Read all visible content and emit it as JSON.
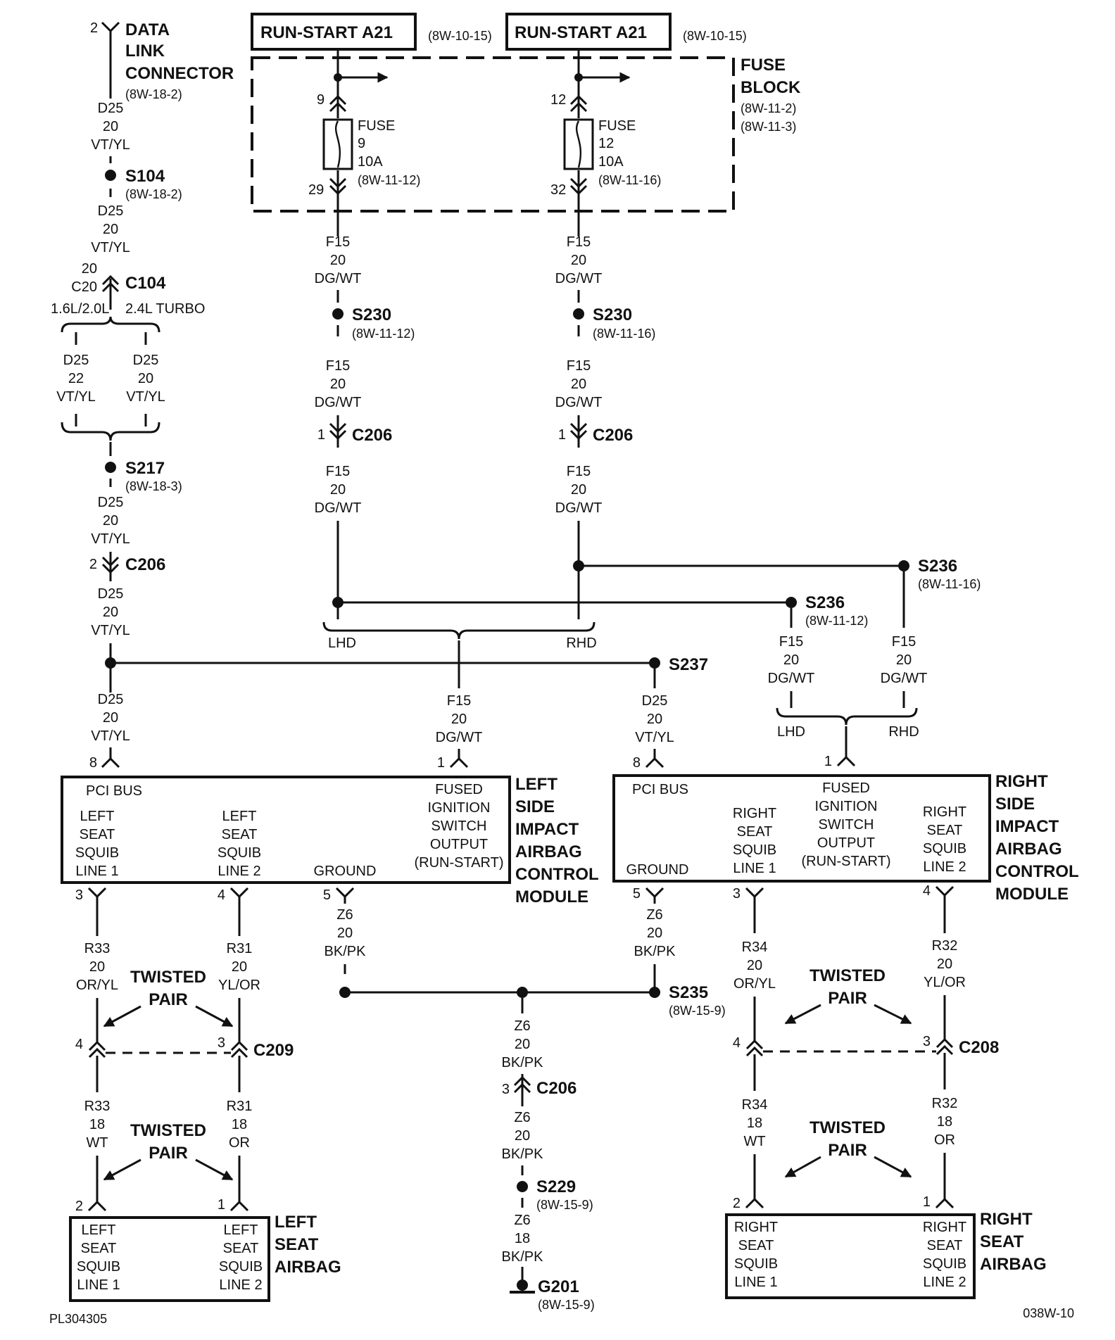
{
  "header": {
    "run_start_1": "RUN-START A21",
    "run_start_1_ref": "(8W-10-15)",
    "run_start_2": "RUN-START A21",
    "run_start_2_ref": "(8W-10-15)"
  },
  "fuse_block": {
    "title_1": "FUSE",
    "title_2": "BLOCK",
    "ref_1": "(8W-11-2)",
    "ref_2": "(8W-11-3)",
    "fuse_a": {
      "pin_in": "9",
      "pin_out": "29",
      "l1": "FUSE",
      "l2": "9",
      "l3": "10A",
      "ref": "(8W-11-12)"
    },
    "fuse_b": {
      "pin_in": "12",
      "pin_out": "32",
      "l1": "FUSE",
      "l2": "12",
      "l3": "10A",
      "ref": "(8W-11-16)"
    }
  },
  "dlc": {
    "pin": "2",
    "l1": "DATA",
    "l2": "LINK",
    "l3": "CONNECTOR",
    "ref": "(8W-18-2)"
  },
  "wires": {
    "d25": "D25",
    "f15": "F15",
    "z6": "Z6",
    "r33": "R33",
    "r31": "R31",
    "r34": "R34",
    "r32": "R32",
    "g20": "20",
    "g22": "22",
    "g18": "18",
    "vtyl": "VT/YL",
    "dgwt": "DG/WT",
    "bkpk": "BK/PK",
    "oryl": "OR/YL",
    "ylor": "YL/OR",
    "wt": "WT",
    "or": "OR"
  },
  "splices": {
    "s104": "S104",
    "s104_ref": "(8W-18-2)",
    "s217": "S217",
    "s217_ref": "(8W-18-3)",
    "s230": "S230",
    "s230_ref_a": "(8W-11-12)",
    "s230_ref_b": "(8W-11-16)",
    "s236": "S236",
    "s236_ref_a": "(8W-11-16)",
    "s236_ref_b": "(8W-11-12)",
    "s237": "S237",
    "s235": "S235",
    "s235_ref": "(8W-15-9)",
    "s229": "S229",
    "s229_ref": "(8W-15-9)",
    "g201": "G201",
    "g201_ref": "(8W-15-9)"
  },
  "connectors": {
    "c104": "C104",
    "c104_pin_top": "20",
    "c104_pin_bot": "C20",
    "opt_1": "1.6L/2.0L",
    "opt_2": "2.4L TURBO",
    "c206": "C206",
    "c209": "C209",
    "c208": "C208",
    "lhd": "LHD",
    "rhd": "RHD"
  },
  "pins": {
    "p1": "1",
    "p2": "2",
    "p3": "3",
    "p4": "4",
    "p5": "5",
    "p8": "8"
  },
  "left_module": {
    "pci": "PCI BUS",
    "sq1_a": "LEFT",
    "sq1_b": "SEAT",
    "sq1_c": "SQUIB",
    "sq1_d": "LINE 1",
    "sq2_a": "LEFT",
    "sq2_b": "SEAT",
    "sq2_c": "SQUIB",
    "sq2_d": "LINE 2",
    "ground": "GROUND",
    "fused_a": "FUSED",
    "fused_b": "IGNITION",
    "fused_c": "SWITCH",
    "fused_d": "OUTPUT",
    "fused_e": "(RUN-START)",
    "name_1": "LEFT",
    "name_2": "SIDE",
    "name_3": "IMPACT",
    "name_4": "AIRBAG",
    "name_5": "CONTROL",
    "name_6": "MODULE"
  },
  "right_module": {
    "pci": "PCI BUS",
    "ground": "GROUND",
    "sq1_a": "RIGHT",
    "sq1_b": "SEAT",
    "sq1_c": "SQUIB",
    "sq1_d": "LINE 1",
    "fused_a": "FUSED",
    "fused_b": "IGNITION",
    "fused_c": "SWITCH",
    "fused_d": "OUTPUT",
    "fused_e": "(RUN-START)",
    "sq2_a": "RIGHT",
    "sq2_b": "SEAT",
    "sq2_c": "SQUIB",
    "sq2_d": "LINE 2",
    "name_1": "RIGHT",
    "name_2": "SIDE",
    "name_3": "IMPACT",
    "name_4": "AIRBAG",
    "name_5": "CONTROL",
    "name_6": "MODULE"
  },
  "twisted": {
    "l1": "TWISTED",
    "l2": "PAIR"
  },
  "left_airbag": {
    "sq1_a": "LEFT",
    "sq1_b": "SEAT",
    "sq1_c": "SQUIB",
    "sq1_d": "LINE 1",
    "sq2_a": "LEFT",
    "sq2_b": "SEAT",
    "sq2_c": "SQUIB",
    "sq2_d": "LINE 2",
    "name_1": "LEFT",
    "name_2": "SEAT",
    "name_3": "AIRBAG"
  },
  "right_airbag": {
    "sq1_a": "RIGHT",
    "sq1_b": "SEAT",
    "sq1_c": "SQUIB",
    "sq1_d": "LINE 1",
    "sq2_a": "RIGHT",
    "sq2_b": "SEAT",
    "sq2_c": "SQUIB",
    "sq2_d": "LINE 2",
    "name_1": "RIGHT",
    "name_2": "SEAT",
    "name_3": "AIRBAG"
  },
  "footer": {
    "left_code": "PL304305",
    "right_code": "038W-10"
  }
}
